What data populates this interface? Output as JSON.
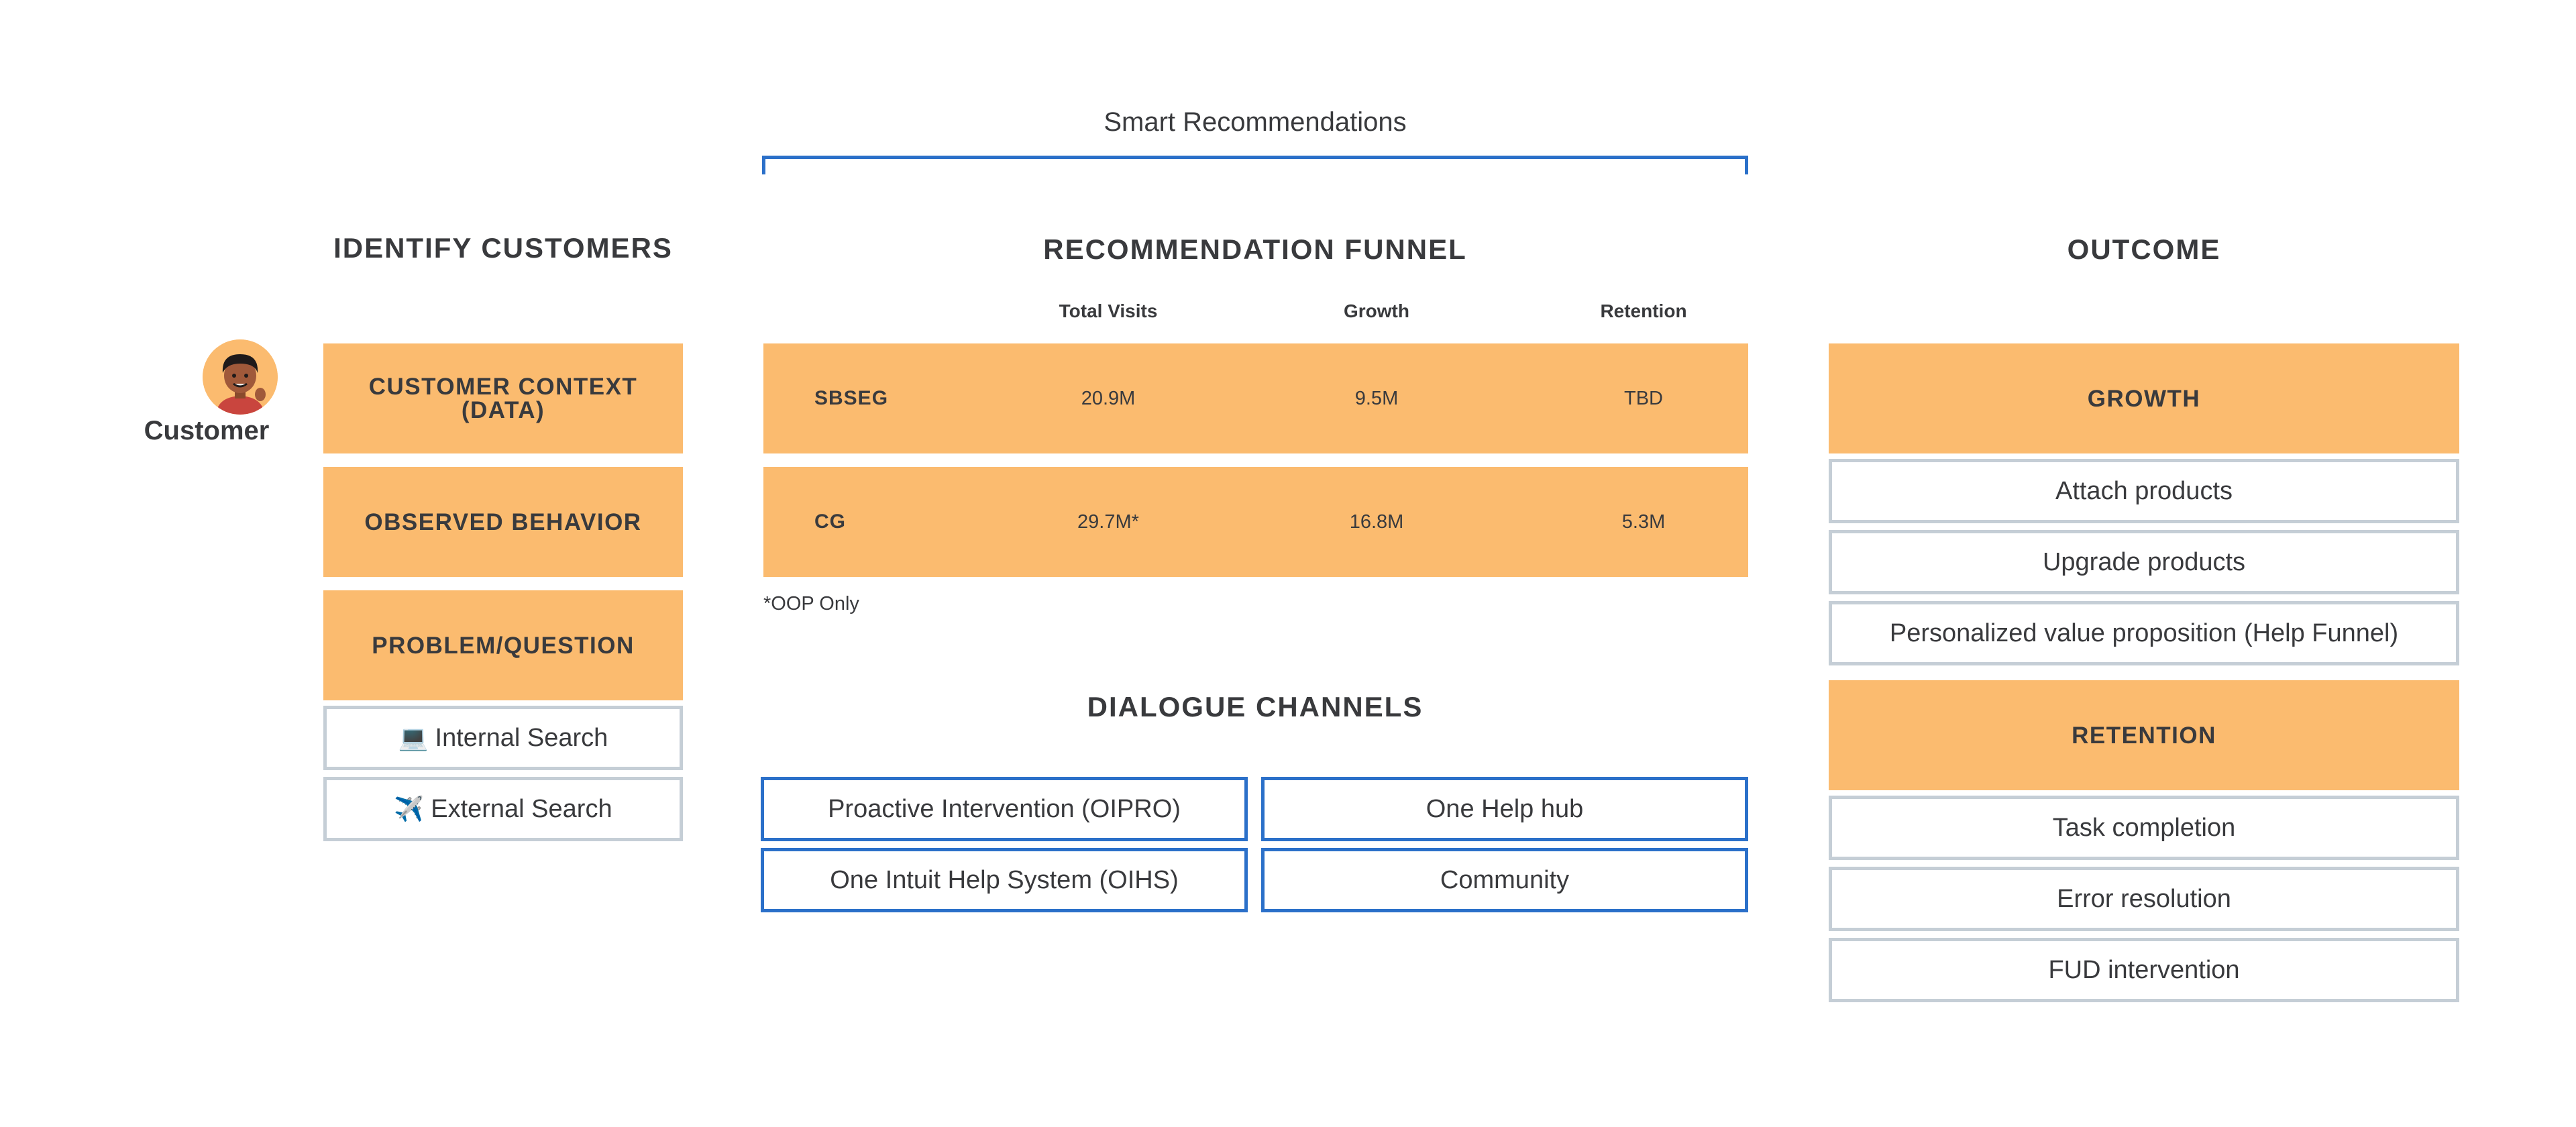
{
  "smart_recommendations": {
    "title": "Smart Recommendations"
  },
  "customer": {
    "label": "Customer"
  },
  "identify": {
    "heading": "IDENTIFY CUSTOMERS",
    "context_line1": "CUSTOMER CONTEXT",
    "context_line2": "(DATA)",
    "observed": "OBSERVED BEHAVIOR",
    "problem": "PROBLEM/QUESTION",
    "search_items": [
      {
        "icon": "💻",
        "icon_name": "laptop-icon",
        "label": "Internal Search"
      },
      {
        "icon": "✈️",
        "icon_name": "airplane-icon",
        "label": "External Search"
      }
    ]
  },
  "funnel": {
    "heading": "RECOMMENDATION FUNNEL",
    "columns": [
      "Total Visits",
      "Growth",
      "Retention"
    ],
    "rows": [
      {
        "label": "SBSEG",
        "values": [
          "20.9M",
          "9.5M",
          "TBD"
        ]
      },
      {
        "label": "CG",
        "values": [
          "29.7M*",
          "16.8M",
          "5.3M"
        ]
      }
    ],
    "footnote": "*OOP Only"
  },
  "channels": {
    "heading": "DIALOGUE CHANNELS",
    "items": [
      "Proactive Intervention (OIPRO)",
      "One Help hub",
      "One Intuit Help System (OIHS)",
      "Community"
    ]
  },
  "outcome": {
    "heading": "OUTCOME",
    "growth": {
      "label": "GROWTH",
      "items": [
        "Attach products",
        "Upgrade products",
        "Personalized value proposition (Help Funnel)"
      ]
    },
    "retention": {
      "label": "RETENTION",
      "items": [
        "Task completion",
        "Error resolution",
        "FUD intervention"
      ]
    }
  },
  "colors": {
    "orange": "#fbbb6f",
    "blue": "#2b70c9",
    "grey_border": "#c5ced6",
    "text": "#393a3d"
  }
}
